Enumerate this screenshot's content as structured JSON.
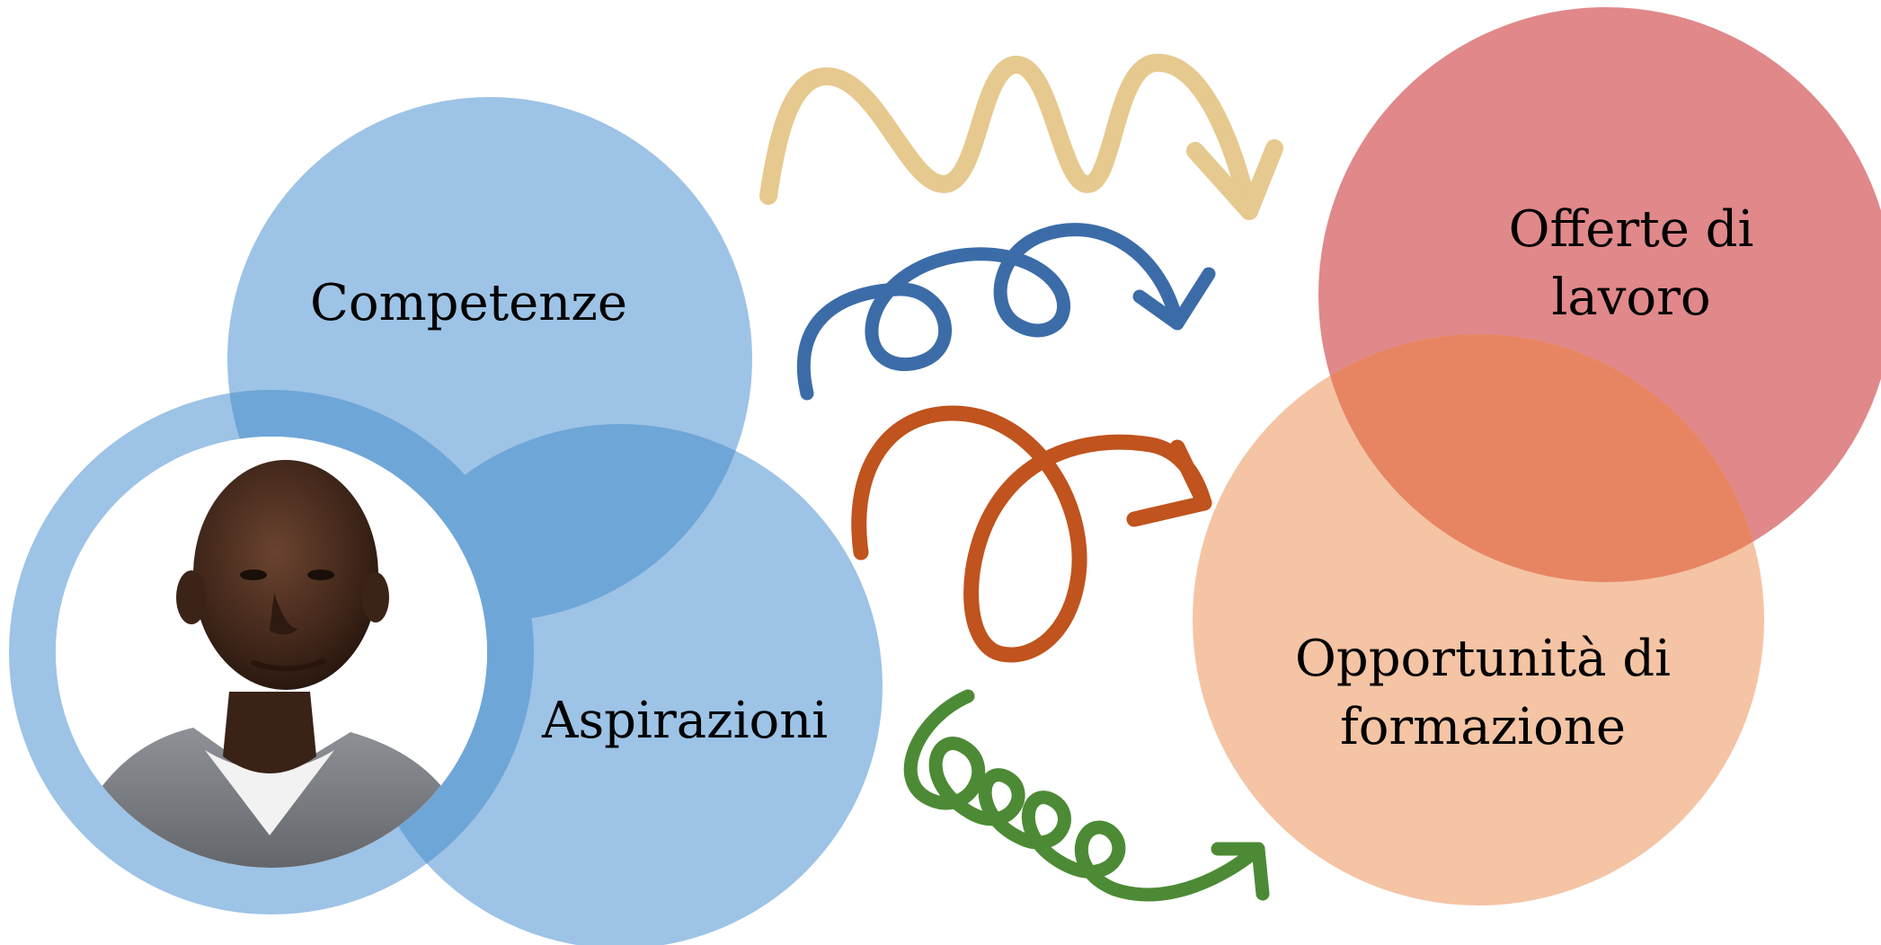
{
  "labels": {
    "competenze": "Competenze",
    "aspirazioni": "Aspirazioni",
    "offerte_line1": "Offerte di",
    "offerte_line2": "lavoro",
    "opportunita_line1": "Opportunità di",
    "opportunita_line2": "formazione"
  },
  "colors": {
    "blue_circle": "#9dc3e6",
    "blue_overlap": "#6fa6d8",
    "red_circle": "#e0888a",
    "peach_circle": "#f4c4a4",
    "overlap_red_peach": "#e78563",
    "arrow_yellow": "#e6c98e",
    "arrow_blue": "#3c6ca8",
    "arrow_orange": "#c0531e",
    "arrow_green": "#4d8a35"
  },
  "icons": {
    "person_photo": "person-photo"
  }
}
